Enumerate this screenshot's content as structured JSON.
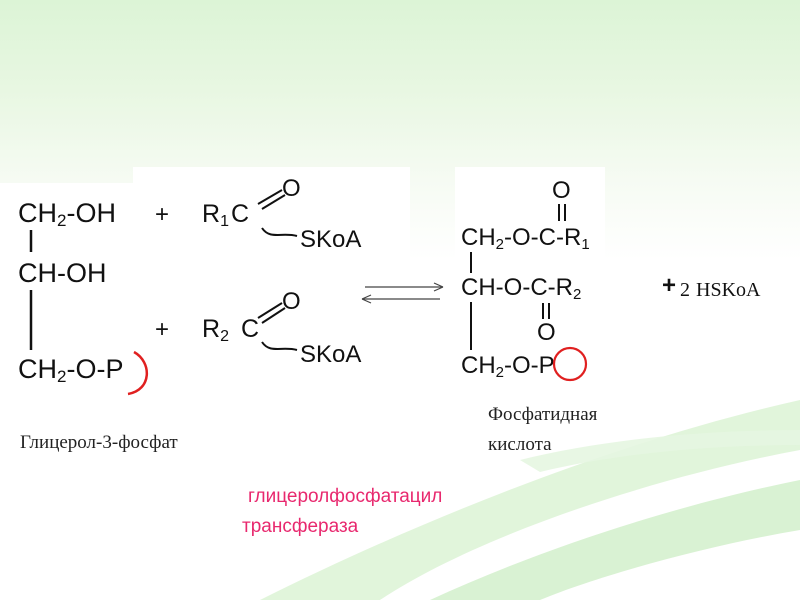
{
  "colors": {
    "accent": "#e8286e",
    "circle": "#e02020",
    "bg_green": "#dcf4d6"
  },
  "glycerol": {
    "row1": {
      "main": "CH",
      "sub": "2",
      "tail": "-OH"
    },
    "row2": {
      "main": "CH-OH"
    },
    "row3": {
      "main": "CH",
      "sub": "2",
      "tail": "-O-P"
    }
  },
  "plus1": "+",
  "acyl1": {
    "r": "R",
    "rsub": "1",
    "c": "C",
    "o": "O",
    "s": "SKoA"
  },
  "plus2": "+",
  "acyl2": {
    "r": "R",
    "rsub": "2",
    "c": "C",
    "o": "O",
    "s": "SKoA"
  },
  "product": {
    "top_o": "O",
    "row1": {
      "a": "CH",
      "asub": "2",
      "b": "-O-C-R",
      "bsub": "1"
    },
    "row2": {
      "a": "CH-O-C-R",
      "asub": "2"
    },
    "bottom_o": "O",
    "row3": {
      "a": "CH",
      "asub": "2",
      "b": "-O-P"
    }
  },
  "byproduct": {
    "plus": "+",
    "coef": "2",
    "text": "HSKoA"
  },
  "captions": {
    "glycerol": "Глицерол-3-фосфат",
    "product_line1": "Фосфатидная",
    "product_line2": "кислота",
    "enzyme_line1": "глицеролфосфатацил",
    "enzyme_line2": "трансфераза"
  }
}
